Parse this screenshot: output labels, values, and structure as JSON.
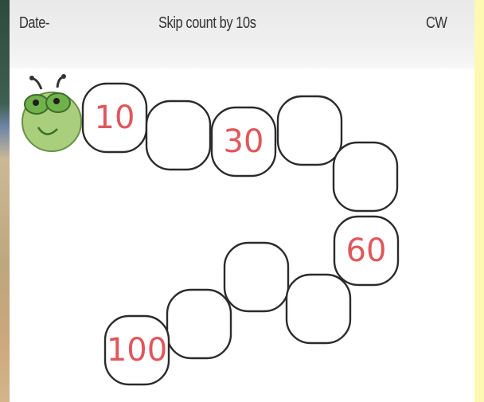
{
  "header": {
    "date_label": "Date-",
    "title": "Skip count by 10s",
    "cw_label": "CW"
  },
  "worm": {
    "head_icon": "caterpillar-head-icon",
    "segments": [
      "10",
      "",
      "30",
      "",
      "",
      "60",
      "",
      "",
      "",
      "100"
    ]
  },
  "colors": {
    "number": "#e0575c",
    "outline": "#2b2b2b",
    "head": "#a9cf7c",
    "page_border": "#fdf9b2"
  }
}
